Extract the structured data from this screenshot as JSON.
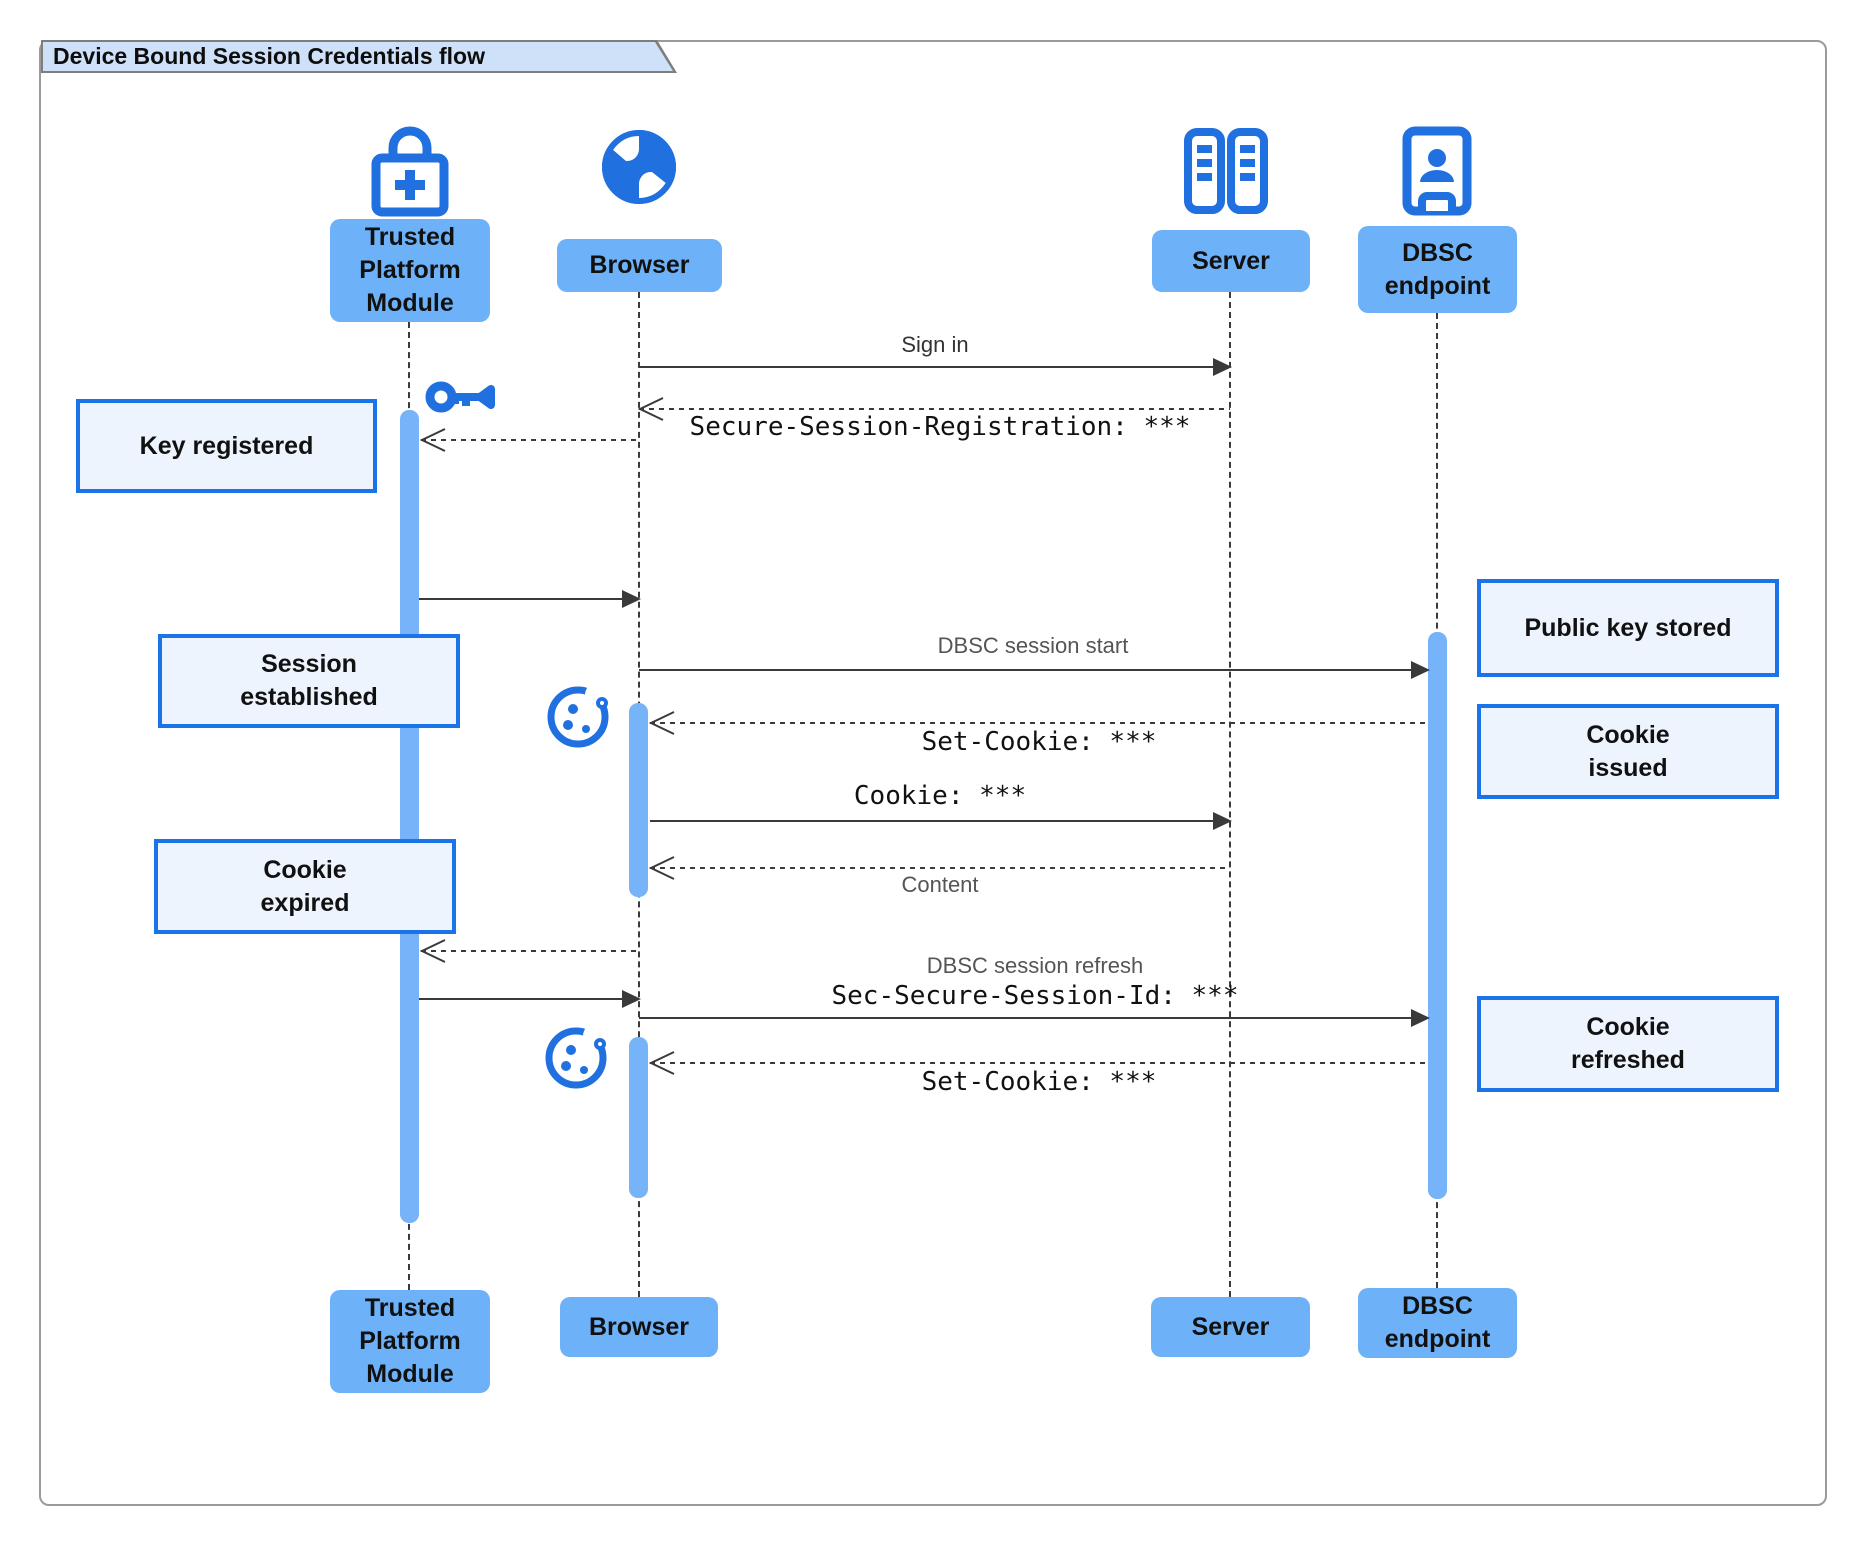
{
  "title": "Device Bound Session Credentials flow",
  "actors": {
    "tpm": {
      "label": "Trusted\nPlatform\nModule"
    },
    "browser": {
      "label": "Browser"
    },
    "server": {
      "label": "Server"
    },
    "dbsc": {
      "label": "DBSC\nendpoint"
    }
  },
  "messages": {
    "sign_in": "Sign in",
    "ssr": "Secure-Session-Registration: ***",
    "dbsc_start": "DBSC session start",
    "set_cookie": "Set-Cookie: ***",
    "cookie": "Cookie: ***",
    "content": "Content",
    "refresh_line1": "DBSC session refresh",
    "refresh_line2": "Sec-Secure-Session-Id: ***",
    "set_cookie2": "Set-Cookie: ***"
  },
  "notes": {
    "key_registered": "Key registered",
    "session_established": "Session\nestablished",
    "cookie_expired": "Cookie\nexpired",
    "public_key_stored": "Public key stored",
    "cookie_issued": "Cookie\nissued",
    "cookie_refreshed": "Cookie\nrefreshed"
  },
  "icons": {
    "tpm": "lock-plus-icon",
    "browser": "globe-icon",
    "server": "server-racks-icon",
    "dbsc": "person-door-icon",
    "key": "key-icon",
    "cookie": "cookie-icon"
  },
  "colors": {
    "actor_fill": "#6db2f9",
    "activation_fill": "#77b3f8",
    "note_fill": "#edf4fd",
    "note_border": "#1a73e8",
    "icon_blue": "#2070e0",
    "line": "#3a3a3a",
    "title_fill": "#cfe1f9",
    "frame_border": "#9a9a9a"
  }
}
